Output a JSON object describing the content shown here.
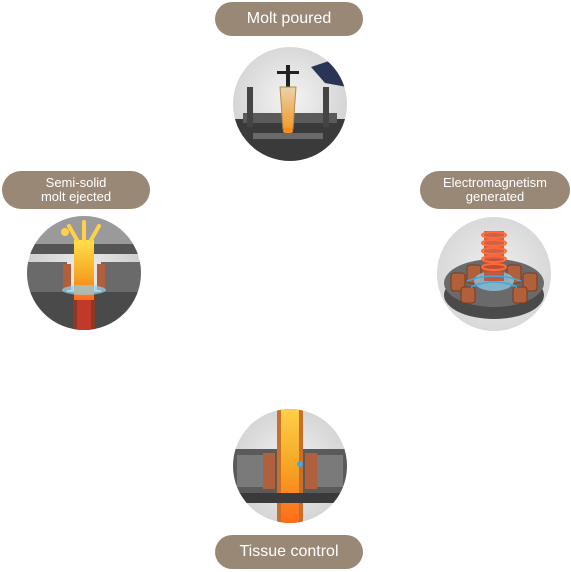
{
  "steps": {
    "top": {
      "label": "Molt poured",
      "icon": "molt-pouring-illustration"
    },
    "right": {
      "label_lines": [
        "Electromagnetism",
        "generated"
      ],
      "icon": "electromagnetic-coil-illustration"
    },
    "bottom": {
      "label": "Tissue control",
      "icon": "tissue-control-illustration"
    },
    "left": {
      "label_lines": [
        "Semi-solid",
        "molt ejected"
      ],
      "icon": "molt-ejection-illustration"
    }
  },
  "colors": {
    "pill_background": "#9a8877",
    "pill_text": "#ffffff",
    "molten_metal": "#f5a623",
    "copper_coil": "#b0603a"
  }
}
